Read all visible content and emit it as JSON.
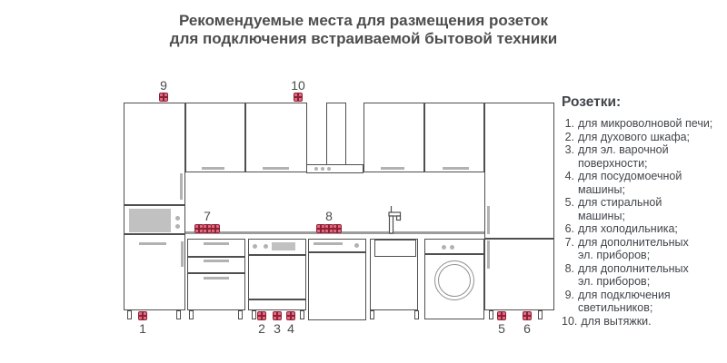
{
  "title": {
    "line1": "Рекомендуемые места для размещения розеток",
    "line2": "для подключения встраиваемой бытовой техники"
  },
  "legend": {
    "heading": "Розетки:",
    "items": [
      {
        "num": "1.",
        "text": "для микроволновой печи;"
      },
      {
        "num": "2.",
        "text": "для духового шкафа;"
      },
      {
        "num": "3.",
        "text": "для эл. варочной\nповерхности;"
      },
      {
        "num": "4.",
        "text": "для посудомоечной\nмашины;"
      },
      {
        "num": "5.",
        "text": "для стиральной\nмашины;"
      },
      {
        "num": "6.",
        "text": "для холодильника;"
      },
      {
        "num": "7.",
        "text": "для дополнительных\nэл. приборов;"
      },
      {
        "num": "8.",
        "text": "для дополнительных\nэл. приборов;"
      },
      {
        "num": "9.",
        "text": "для подключения\nсветильников;"
      },
      {
        "num": "10.",
        "text": "для вытяжки."
      }
    ]
  },
  "socket_labels": [
    "1",
    "2",
    "3",
    "4",
    "5",
    "6",
    "7",
    "8",
    "9",
    "10"
  ],
  "colors": {
    "socket_fill": "#e4697e",
    "socket_border": "#8c2136",
    "outline_gray": "#4f4f4f",
    "detail_gray": "#b3b2b2",
    "counter_gray": "#9d9c9c",
    "text_gray": "#4b4d52"
  }
}
